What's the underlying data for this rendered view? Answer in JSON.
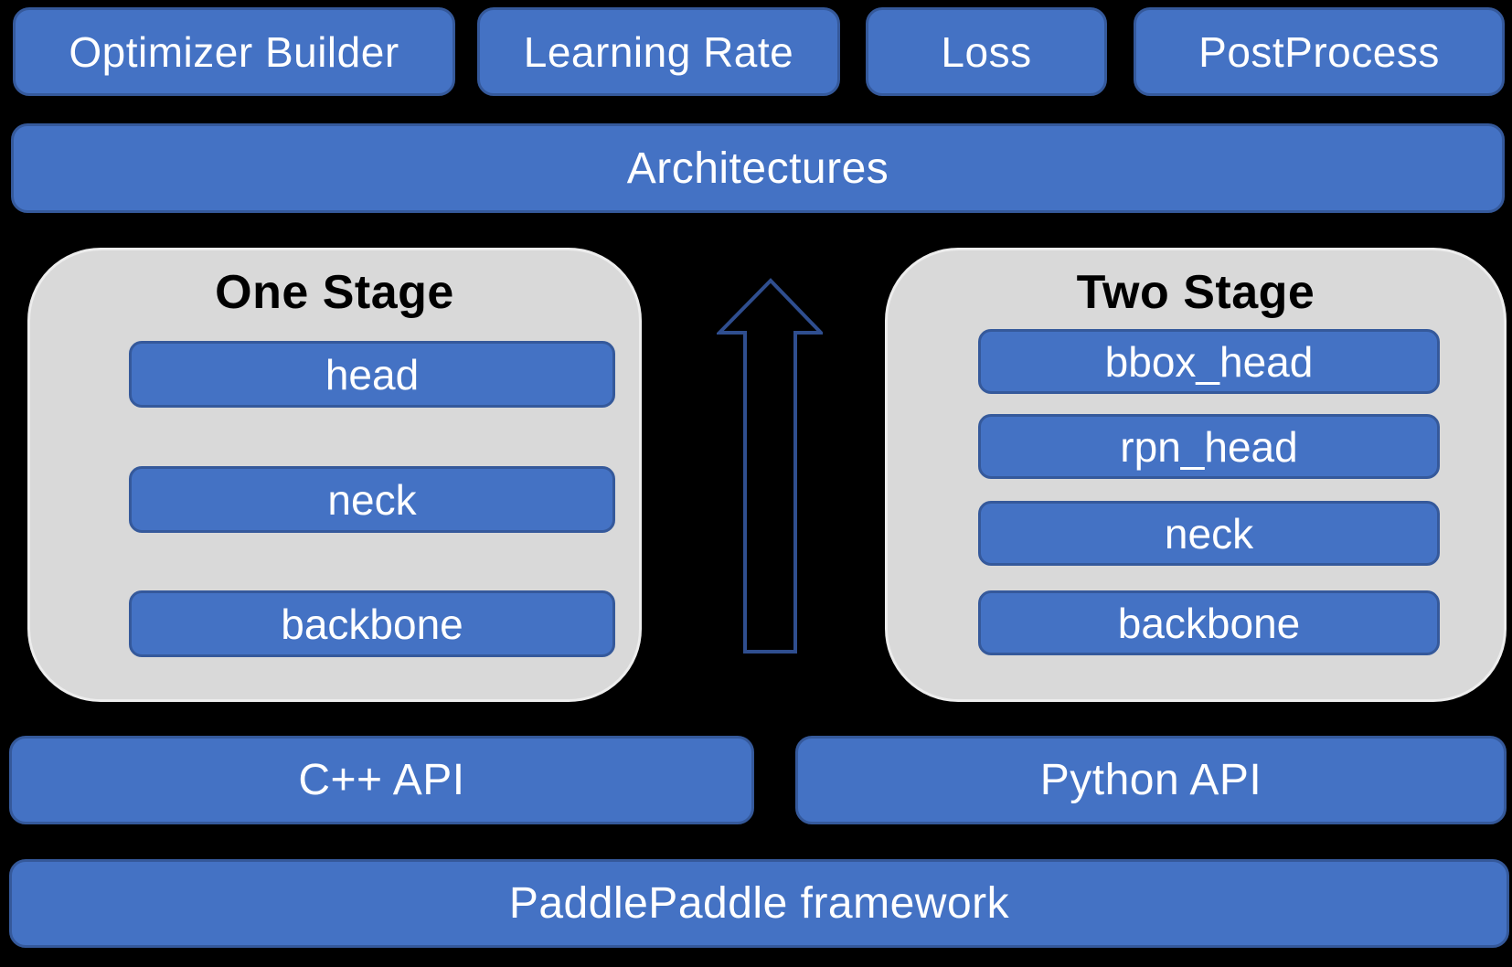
{
  "top_modules": [
    {
      "label": "Optimizer Builder"
    },
    {
      "label": "Learning Rate"
    },
    {
      "label": "Loss"
    },
    {
      "label": "PostProcess"
    }
  ],
  "architectures": {
    "label": "Architectures"
  },
  "stages": {
    "one_stage": {
      "title": "One Stage",
      "layers": [
        {
          "label": "head"
        },
        {
          "label": "neck"
        },
        {
          "label": "backbone"
        }
      ]
    },
    "two_stage": {
      "title": "Two Stage",
      "layers": [
        {
          "label": "bbox_head"
        },
        {
          "label": "rpn_head"
        },
        {
          "label": "neck"
        },
        {
          "label": "backbone"
        }
      ]
    }
  },
  "arrow": {
    "direction": "up"
  },
  "api_layer": [
    {
      "label": "C++ API"
    },
    {
      "label": "Python API"
    }
  ],
  "framework": {
    "label": "PaddlePaddle framework"
  },
  "colors": {
    "background": "#000000",
    "module_fill": "#4472C4",
    "module_border": "#35599B",
    "stage_container_fill": "#D9D9D9",
    "arrow_outline": "#2F4E8F",
    "module_text": "#FFFFFF",
    "stage_title_text": "#000000"
  }
}
